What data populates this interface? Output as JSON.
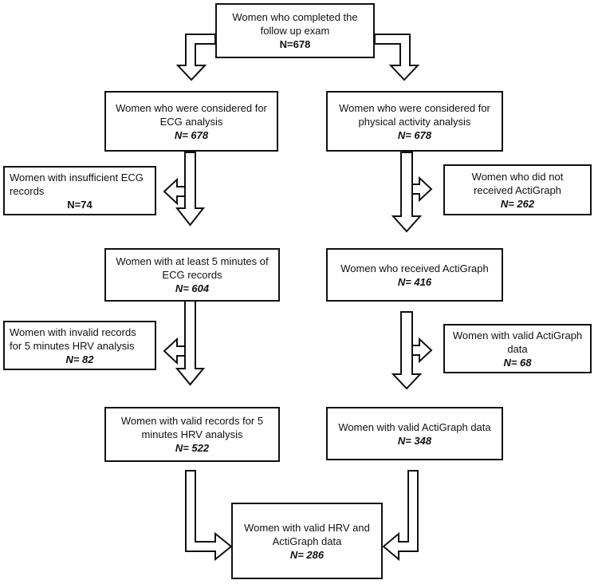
{
  "boxes": {
    "completed": {
      "lines": [
        "Women who completed the",
        "follow up exam"
      ],
      "n": "N=678"
    },
    "ecg_considered": {
      "lines": [
        "Women who were considered for",
        "ECG analysis"
      ],
      "n": "N= 678"
    },
    "pa_considered": {
      "lines": [
        "Women who were considered for",
        "physical activity analysis"
      ],
      "n": "N= 678"
    },
    "ecg_insufficient": {
      "lines": [
        "Women with insufficient ECG",
        "records"
      ],
      "n": "N=74"
    },
    "no_actigraph": {
      "lines": [
        "Women who did not",
        "received ActiGraph"
      ],
      "n": "N= 262"
    },
    "ecg_5min": {
      "lines": [
        "Women with at least 5 minutes of",
        "ECG records"
      ],
      "n": "N= 604"
    },
    "received_actigraph": {
      "lines": [
        "Women who received ActiGraph"
      ],
      "n": "N= 416"
    },
    "invalid_hrv": {
      "lines": [
        "Women with invalid records",
        "for 5 minutes HRV analysis"
      ],
      "n": "N= 82"
    },
    "excluded_actigraph": {
      "lines": [
        "Women with valid ActiGraph",
        "data"
      ],
      "n": "N= 68"
    },
    "valid_hrv": {
      "lines": [
        "Women with valid records for 5",
        "minutes HRV analysis"
      ],
      "n": "N= 522"
    },
    "valid_actigraph": {
      "lines": [
        "Women with valid ActiGraph data"
      ],
      "n": "N= 348"
    },
    "final": {
      "lines": [
        "Women with valid HRV and",
        "ActiGraph data"
      ],
      "n": "N= 286"
    }
  }
}
